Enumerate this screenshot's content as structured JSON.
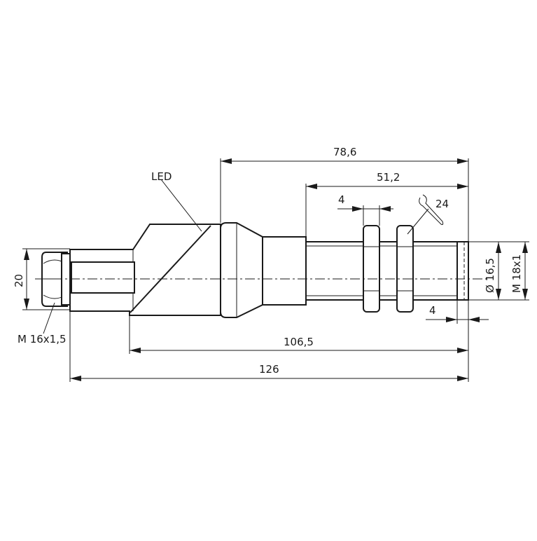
{
  "drawing": {
    "subject": "cylindrical sensor with angled connector",
    "callouts": {
      "led": "LED",
      "connector_thread": "M 16x1,5",
      "wrench_size": "24"
    },
    "dimensions": {
      "sensor_length": "78,6",
      "thread_length": "51,2",
      "nut_width": "4",
      "tip_length": "4",
      "body_length": "106,5",
      "overall_length": "126",
      "connector_height": "20",
      "inner_diameter": "Ø 16,5",
      "outer_thread": "M 18x1"
    }
  }
}
